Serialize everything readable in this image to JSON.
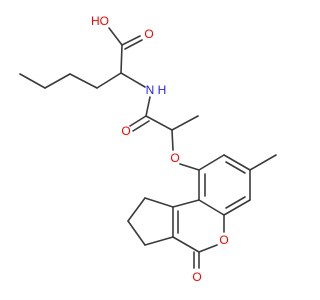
{
  "colors": {
    "bond": "#3a3a3a",
    "oxygen": "#ff0000",
    "nitrogen": "#1f1fff"
  },
  "labels": {
    "ho": "HO",
    "o_acid": "O",
    "nh": "N",
    "h_nh": "H",
    "o_amide": "O",
    "o_ether": "O",
    "o_ring": "O",
    "o_lactone": "O"
  }
}
